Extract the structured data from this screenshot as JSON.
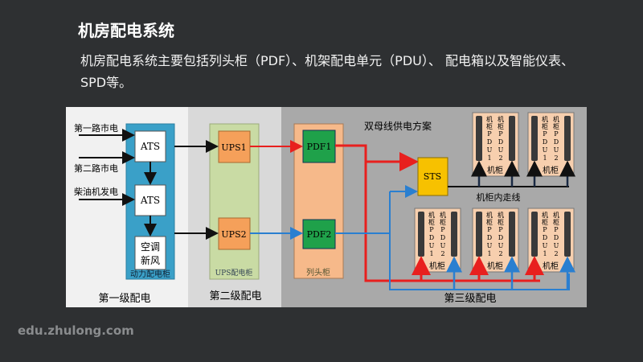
{
  "slide": {
    "title": "机房配电系统",
    "subtitle": "机房配电系统主要包括列头柜（PDF）、机架配电单元（PDU）、 配电箱以及智能仪表、SPD等。",
    "watermark": "edu.zhulong.com"
  },
  "diagram": {
    "inputs": [
      "第一路市电",
      "第二路市电",
      "柴油机发电"
    ],
    "level1": {
      "cabinet": "动力配电柜",
      "ats1": "ATS",
      "ats2": "ATS",
      "hvac_line1": "空调",
      "hvac_line2": "新风",
      "label": "第一级配电"
    },
    "level2": {
      "cabinet": "UPS配电柜",
      "ups1": "UPS1",
      "ups2": "UPS2",
      "label": "第二级配电"
    },
    "level3": {
      "scheme": "双母线供电方案",
      "cabinet": "列头柜",
      "pdf1": "PDF1",
      "pdf2": "PDF2",
      "sts": "STS",
      "wiring": "机柜内走线",
      "rack": "机柜",
      "pdu1": "机柜PDU1",
      "pdu2": "机柜PDU2",
      "label": "第三级配电"
    },
    "colors": {
      "bus_a": "#e8201e",
      "bus_b": "#2a7fd0",
      "power_cabinet": "#3aa0c8",
      "ups_cabinet": "#c9dba4",
      "pdf_cabinet": "#f6b98a",
      "pdf": "#1fa14a",
      "ups": "#f5a05a",
      "sts": "#f7c100"
    }
  }
}
